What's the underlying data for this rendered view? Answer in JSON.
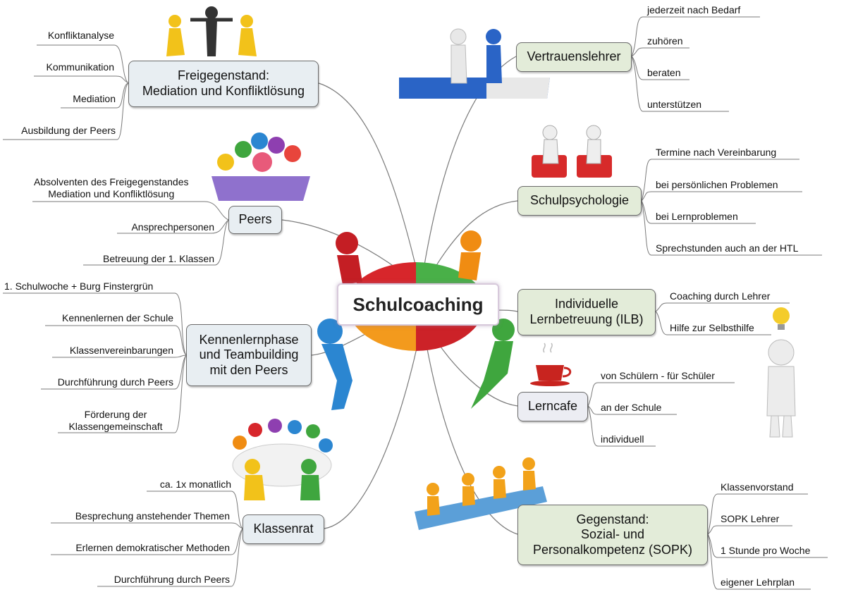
{
  "center": {
    "label": "Schulcoaching"
  },
  "branches": {
    "freigegenstand": {
      "title": "Freigegenstand:\nMediation und Konfliktlösung",
      "items": [
        "Konfliktanalyse",
        "Kommunikation",
        "Mediation",
        "Ausbildung der Peers"
      ]
    },
    "peers": {
      "title": "Peers",
      "items": [
        "Absolventen des Freigegenstandes\nMediation und Konfliktlösung",
        "Ansprechpersonen",
        "Betreuung der 1. Klassen"
      ]
    },
    "kennenlernphase": {
      "title": "Kennenlernphase\nund Teambuilding\nmit den Peers",
      "items": [
        "1. Schulwoche + Burg Finstergrün",
        "Kennenlernen der Schule",
        "Klassenvereinbarungen",
        "Durchführung durch Peers",
        "Förderung der\nKlassengemeinschaft"
      ]
    },
    "klassenrat": {
      "title": "Klassenrat",
      "items": [
        "ca. 1x monatlich",
        "Besprechung anstehender Themen",
        "Erlernen demokratischer Methoden",
        "Durchführung durch Peers"
      ]
    },
    "vertrauenslehrer": {
      "title": "Vertrauenslehrer",
      "items": [
        "jederzeit nach Bedarf",
        "zuhören",
        "beraten",
        "unterstützen"
      ]
    },
    "schulpsychologie": {
      "title": "Schulpsychologie",
      "items": [
        "Termine nach Vereinbarung",
        "bei persönlichen Problemen",
        "bei Lernproblemen",
        "Sprechstunden auch an der HTL"
      ]
    },
    "ilb": {
      "title": "Individuelle\nLernbetreuung (ILB)",
      "items": [
        "Coaching durch Lehrer",
        "Hilfe zur Selbsthilfe"
      ]
    },
    "lerncafe": {
      "title": "Lerncafe",
      "items": [
        "von Schülern - für Schüler",
        "an der Schule",
        "individuell"
      ]
    },
    "sopk": {
      "title": "Gegenstand:\nSozial- und\nPersonalkompetenz (SOPK)",
      "items": [
        "Klassenvorstand",
        "SOPK Lehrer",
        "1 Stunde pro Woche",
        "eigener Lehrplan"
      ]
    }
  },
  "colors": {
    "left_node_fill": "#e8eef2",
    "right_node_fill": "#e3ecd9",
    "connector": "#7a7a7a",
    "puzzle_red": "#d7262b",
    "puzzle_green": "#49b048",
    "puzzle_orange": "#f39a1d",
    "puzzle_blue": "#2f8fd8"
  }
}
